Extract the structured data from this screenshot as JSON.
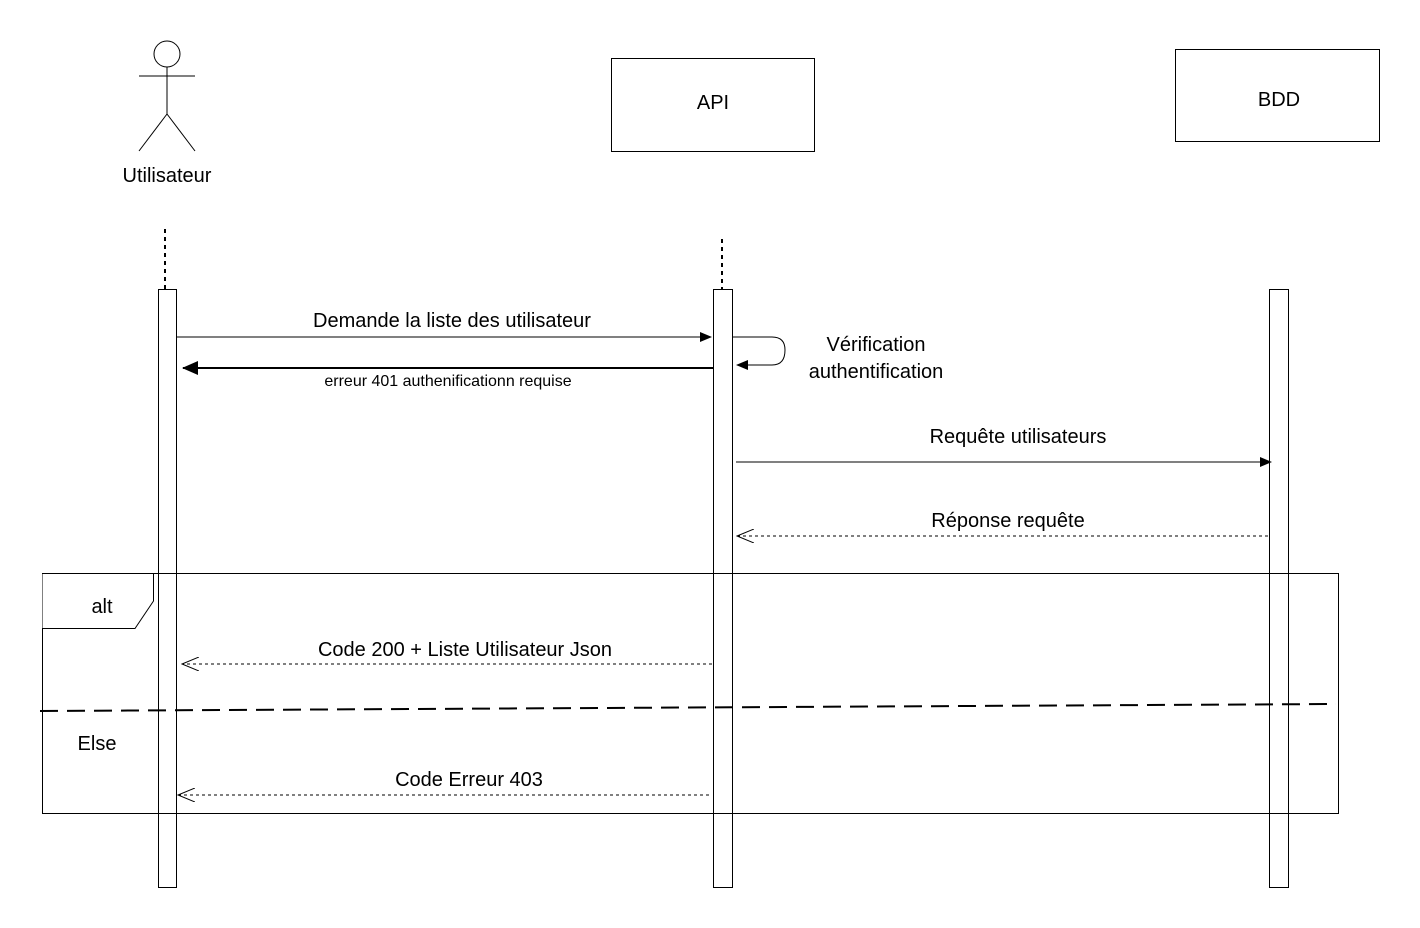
{
  "participants": {
    "user": {
      "label": "Utilisateur",
      "icon": "stick-figure-icon"
    },
    "api": {
      "label": "API"
    },
    "db": {
      "label": "BDD"
    }
  },
  "messages": {
    "m1": "Demande la liste des utilisateur",
    "m2": "erreur 401 authenificationn requise",
    "self_line1": "Vérification",
    "self_line2": "authentification",
    "m3": "Requête utilisateurs",
    "m4": "Réponse requête",
    "m5": "Code 200 + Liste Utilisateur Json",
    "m6": "Code Erreur 403"
  },
  "fragment": {
    "operator": "alt",
    "else_label": "Else"
  },
  "colors": {
    "stroke": "#000000",
    "background": "#ffffff"
  }
}
